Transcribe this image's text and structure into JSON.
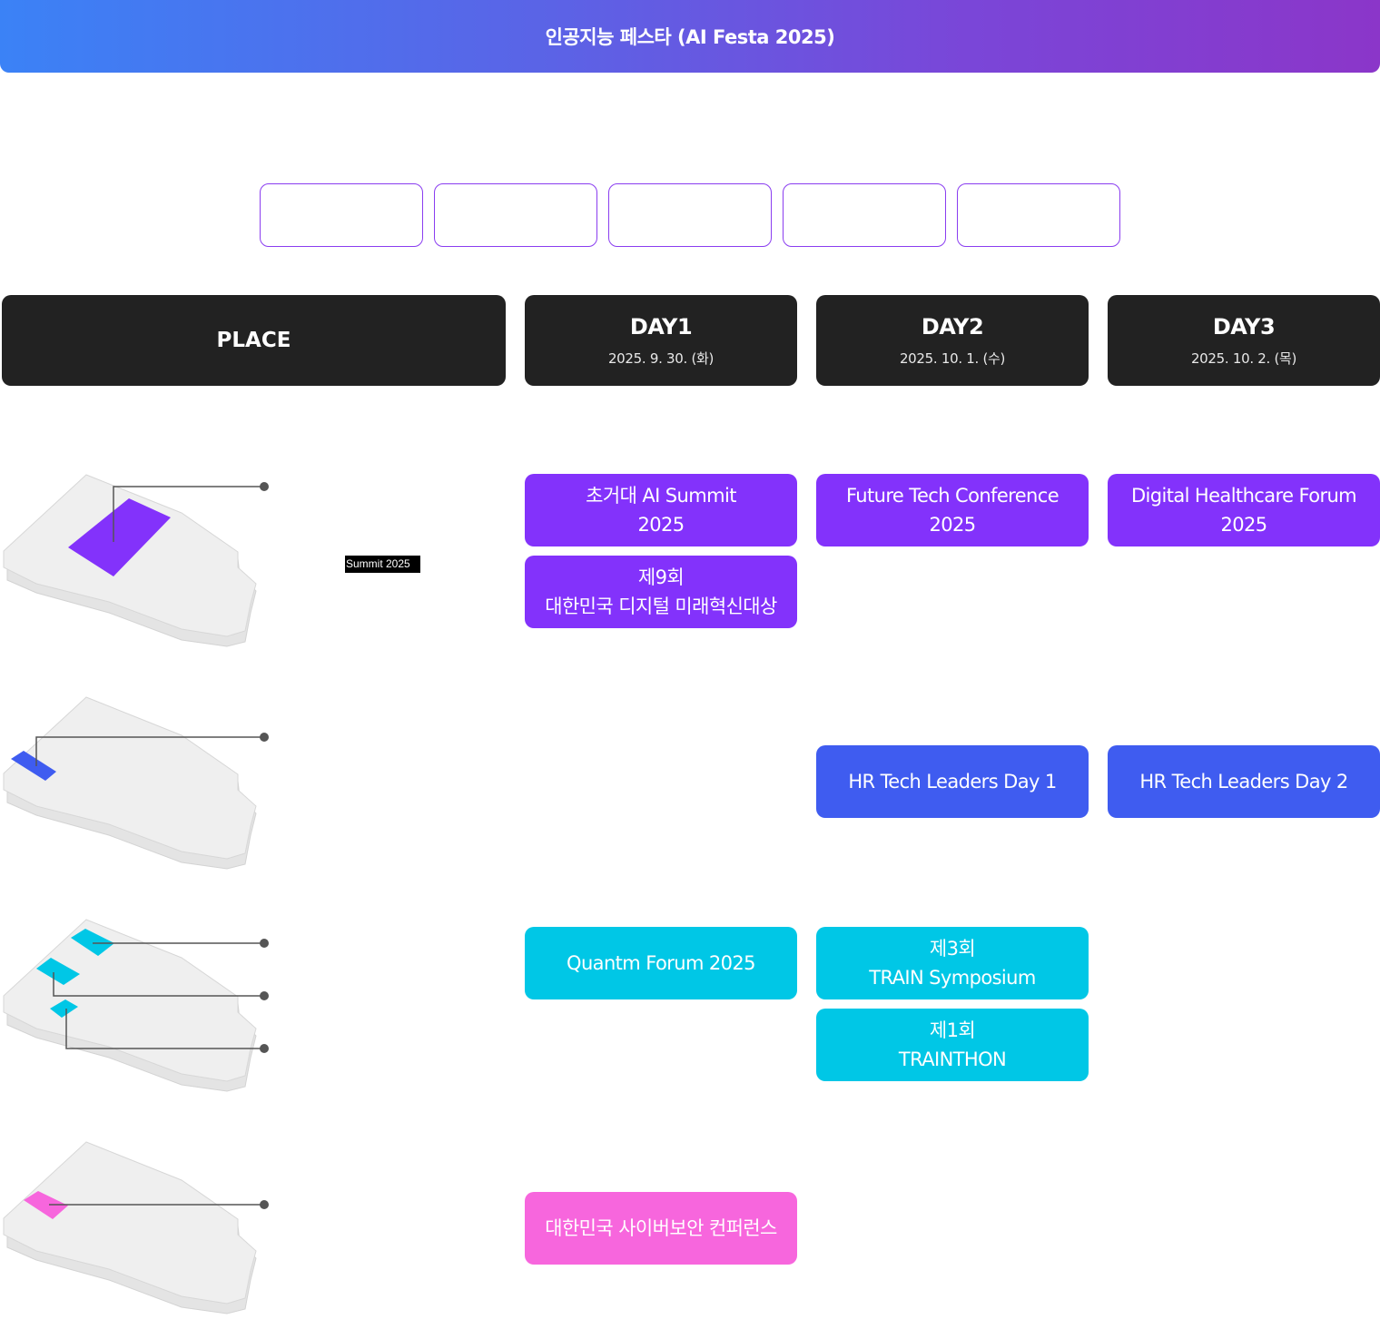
{
  "header": {
    "title": "인공지능 페스타 (AI Festa 2025)"
  },
  "filters": [
    "",
    "",
    "",
    "",
    ""
  ],
  "columns": {
    "place": "PLACE",
    "days": [
      {
        "day": "DAY1",
        "date": "2025. 9. 30. (화)"
      },
      {
        "day": "DAY2",
        "date": "2025. 10. 1. (수)"
      },
      {
        "day": "DAY3",
        "date": "2025. 10. 2. (목)"
      }
    ]
  },
  "tooltip": "Summit 2025",
  "events": {
    "day1": [
      "초거대 AI Summit\n2025",
      "제9회\n대한민국 디지털 미래혁신대상",
      "Quantm Forum 2025",
      "대한민국 사이버보안 컨퍼런스"
    ],
    "day2": [
      "Future Tech Conference\n2025",
      "HR Tech Leaders Day 1",
      "제3회\nTRAIN Symposium",
      "제1회\nTRAINTHON"
    ],
    "day3": [
      "Digital Healthcare Forum\n2025",
      "HR Tech Leaders Day 2"
    ]
  },
  "colors": {
    "purple": "#8332fb",
    "blue": "#3f5cf0",
    "cyan": "#00c7e6",
    "pink": "#f766dd",
    "header_gradient_start": "#3b82f6",
    "header_gradient_end": "#8b36c9"
  }
}
